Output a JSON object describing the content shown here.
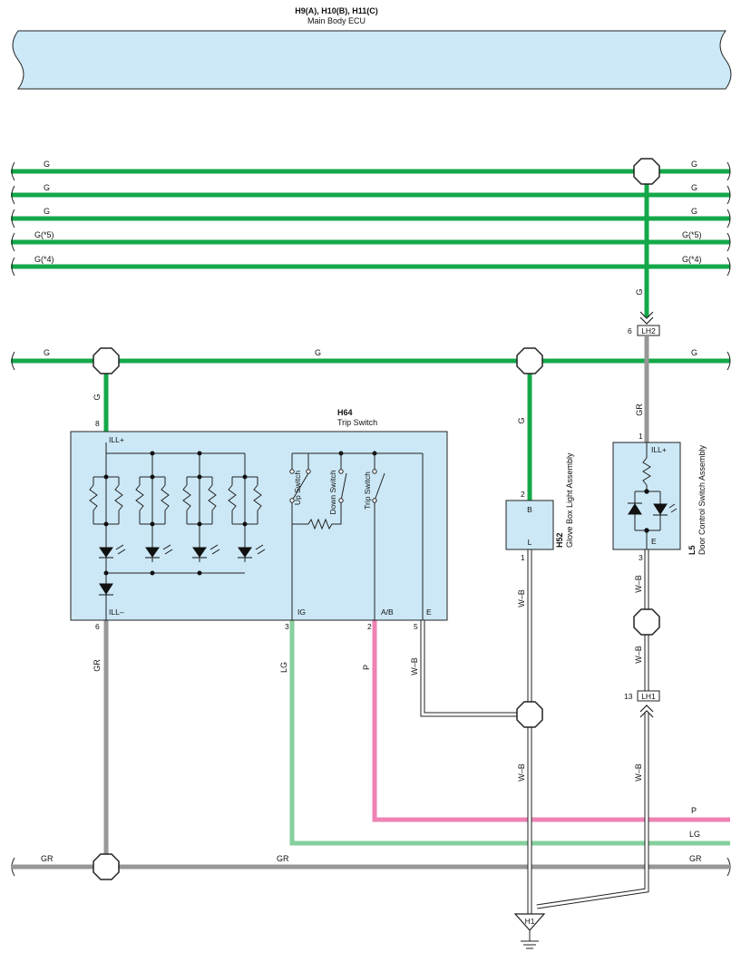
{
  "ecu": {
    "code": "H9(A), H10(B), H11(C)",
    "name": "Main Body ECU"
  },
  "bus": {
    "line1": {
      "left": "G",
      "right": "G"
    },
    "line2": {
      "left": "G",
      "right": "G"
    },
    "line3": {
      "left": "G",
      "right": "G"
    },
    "line4": {
      "left": "G(*5)",
      "right": "G(*5)"
    },
    "line5": {
      "left": "G(*4)",
      "right": "G(*4)"
    },
    "line6": {
      "left": "G",
      "mid": "G",
      "right": "G"
    },
    "gr": {
      "left": "GR",
      "mid": "GR",
      "right": "GR"
    },
    "p_right": "P",
    "lg_right": "LG"
  },
  "trip_switch": {
    "code": "H64",
    "name": "Trip Switch",
    "ill_plus": "ILL+",
    "ill_minus": "ILL–",
    "ig": "IG",
    "ab": "A/B",
    "e": "E",
    "up": "Up Switch",
    "down": "Down Switch",
    "trip": "Trip Switch",
    "pin_ill_plus": "8",
    "pin_ill_minus": "6",
    "pin_ig": "3",
    "pin_ab": "2",
    "pin_e": "5"
  },
  "glove": {
    "code": "H52",
    "name": "Glove Box Light Assembly",
    "b": "B",
    "l": "L",
    "pin_b": "2",
    "pin_l": "1"
  },
  "door": {
    "code": "L5",
    "name": "Door Control Switch Assembly",
    "ill_plus": "ILL+",
    "e": "E",
    "pin_ill": "1",
    "pin_e": "3"
  },
  "connectors": {
    "lh2": "LH2",
    "lh2_pin": "6",
    "lh1": "LH1",
    "lh1_pin": "13",
    "h1": "H1"
  },
  "wires": {
    "g_v1": "G",
    "g_v2": "G",
    "g_v3": "G",
    "gr_door": "GR",
    "gr_trip": "GR",
    "lg": "LG",
    "p": "P",
    "wb_e": "W–B",
    "wb_glove": "W–B",
    "wb_glove2": "W–B",
    "wb_door": "W–B",
    "wb_door2": "W–B",
    "wb_door3": "W–B"
  },
  "colors": {
    "green": "#14a84a",
    "gray": "#979797",
    "pink": "#ee82b4",
    "lightgreen": "#85cf9c",
    "box": "#cce8f6",
    "ecu": "#cde9f8"
  }
}
